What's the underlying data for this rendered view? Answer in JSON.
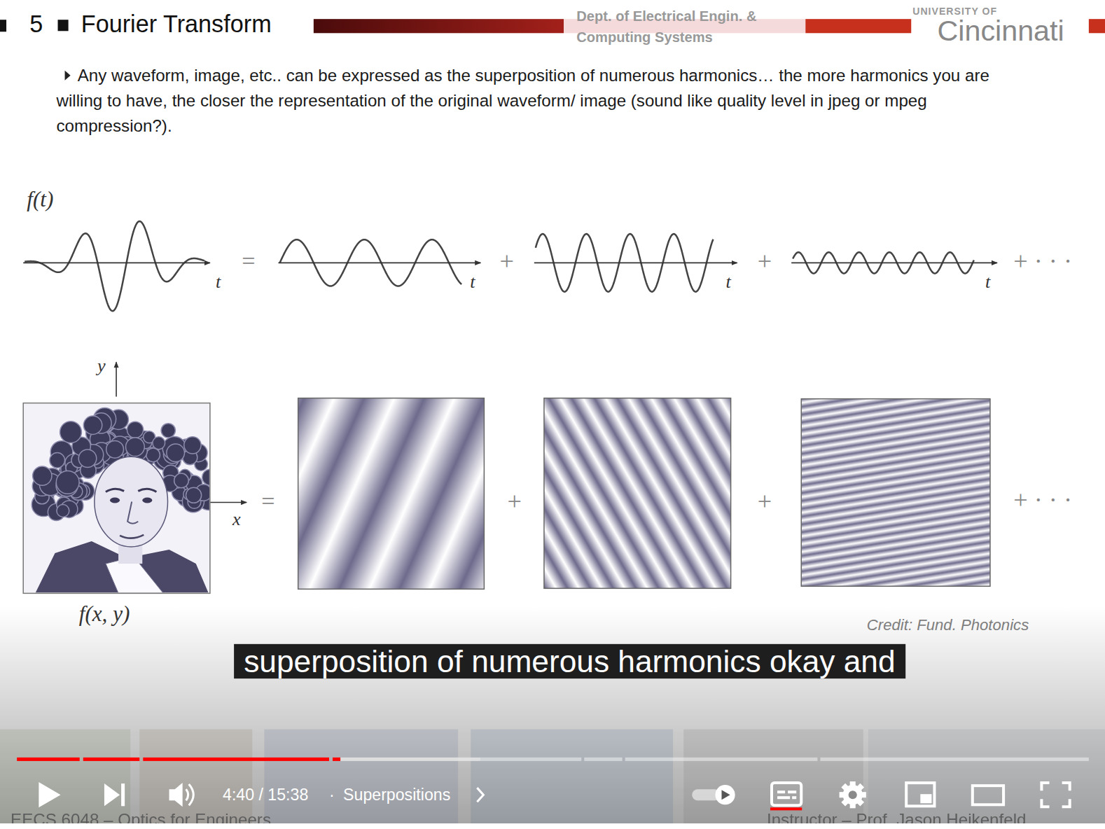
{
  "diagram": {
    "title": "Fourier Transform",
    "nodes": [
      {
        "text": [
          "superposition of numerous harmonics okay and"
        ]
      }
    ],
    "labels": [
      "5",
      "Dept. of Electrical Engin. & Computing Systems",
      "UNIVERSITY OF",
      "Cincinnati",
      "Any waveform, image, etc..  can be expressed as the superposition of numerous harmonics… the more harmonics you are willing to have, the closer the representation of the original waveform/ image (sound like quality level in jpeg or mpeg compression?).",
      "f(t)",
      "t",
      "=",
      "t",
      "+",
      "t",
      "+",
      "t",
      "+ · · ·",
      "y",
      "x",
      "=",
      "+",
      "+",
      "+ · · ·",
      "f(x, y)",
      "Credit: Fund. Photonics",
      "4:40 / 15:38",
      "·",
      "Superpositions",
      "EECS 6048 – Optics for Engineers",
      "Instructor – Prof. Jason Heikenfeld"
    ]
  }
}
